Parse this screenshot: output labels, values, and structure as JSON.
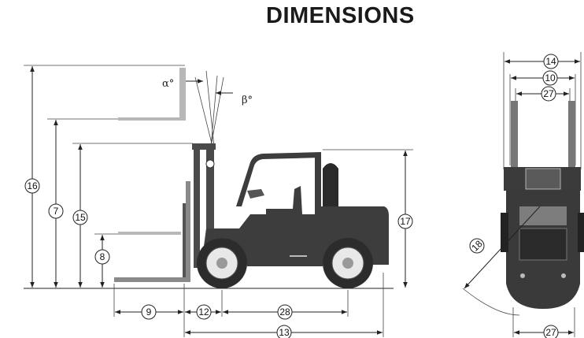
{
  "title": "DIMENSIONS",
  "angles": {
    "alpha": "α°",
    "beta": "β°"
  },
  "callouts": {
    "c16": "16",
    "c7": "7",
    "c15": "15",
    "c8": "8",
    "c9": "9",
    "c12": "12",
    "c28": "28",
    "c13": "13",
    "c17": "17",
    "c14": "14",
    "c10": "10",
    "c27_top": "27",
    "c18": "18",
    "c27_bottom": "27"
  },
  "colors": {
    "body": "#3d3d3d",
    "line": "#222222",
    "fork": "#9a9a9a"
  }
}
